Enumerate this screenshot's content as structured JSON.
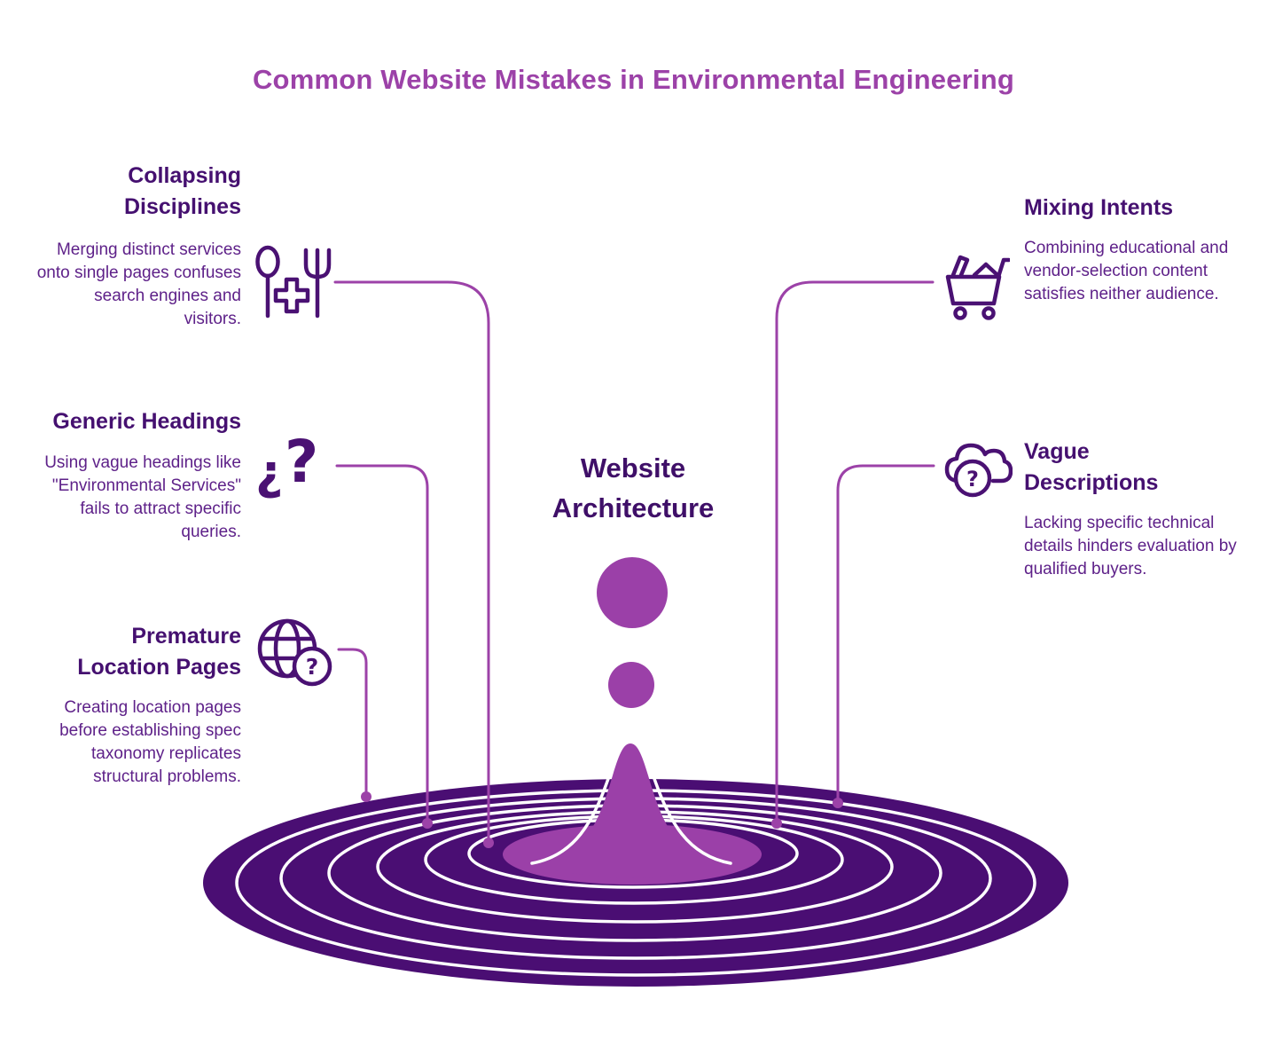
{
  "title": "Common Website Mistakes in Environmental Engineering",
  "center": {
    "label_lines": [
      "Website",
      "Architecture"
    ]
  },
  "colors": {
    "title_purple": "#9c42a8",
    "heading_purple": "#451070",
    "body_purple": "#5e2189",
    "accent_purple": "#9b40a8",
    "icon_stroke": "#4a1173",
    "ripple_dark": "#4a0e73",
    "ring_white": "#ffffff"
  },
  "items": [
    {
      "id": "collapsing-disciplines",
      "side": "left",
      "icon": "merge-utensils-icon",
      "title_lines": [
        "Collapsing",
        "Disciplines"
      ],
      "body": "Merging distinct services onto single pages confuses search engines and visitors."
    },
    {
      "id": "generic-headings",
      "side": "left",
      "icon": "question-marks-icon",
      "title_lines": [
        "Generic Headings"
      ],
      "body": "Using vague headings like \"Environmental Services\" fails to attract specific queries."
    },
    {
      "id": "premature-location-pages",
      "side": "left",
      "icon": "globe-question-icon",
      "title_lines": [
        "Premature",
        "Location Pages"
      ],
      "body": "Creating location pages before establishing spec taxonomy replicates structural problems."
    },
    {
      "id": "mixing-intents",
      "side": "right",
      "icon": "shopping-cart-icon",
      "title_lines": [
        "Mixing Intents"
      ],
      "body": "Combining educational and vendor-selection content satisfies neither audience."
    },
    {
      "id": "vague-descriptions",
      "side": "right",
      "icon": "cloud-question-icon",
      "title_lines": [
        "Vague",
        "Descriptions"
      ],
      "body": "Lacking specific technical details hinders evaluation by qualified buyers."
    }
  ]
}
